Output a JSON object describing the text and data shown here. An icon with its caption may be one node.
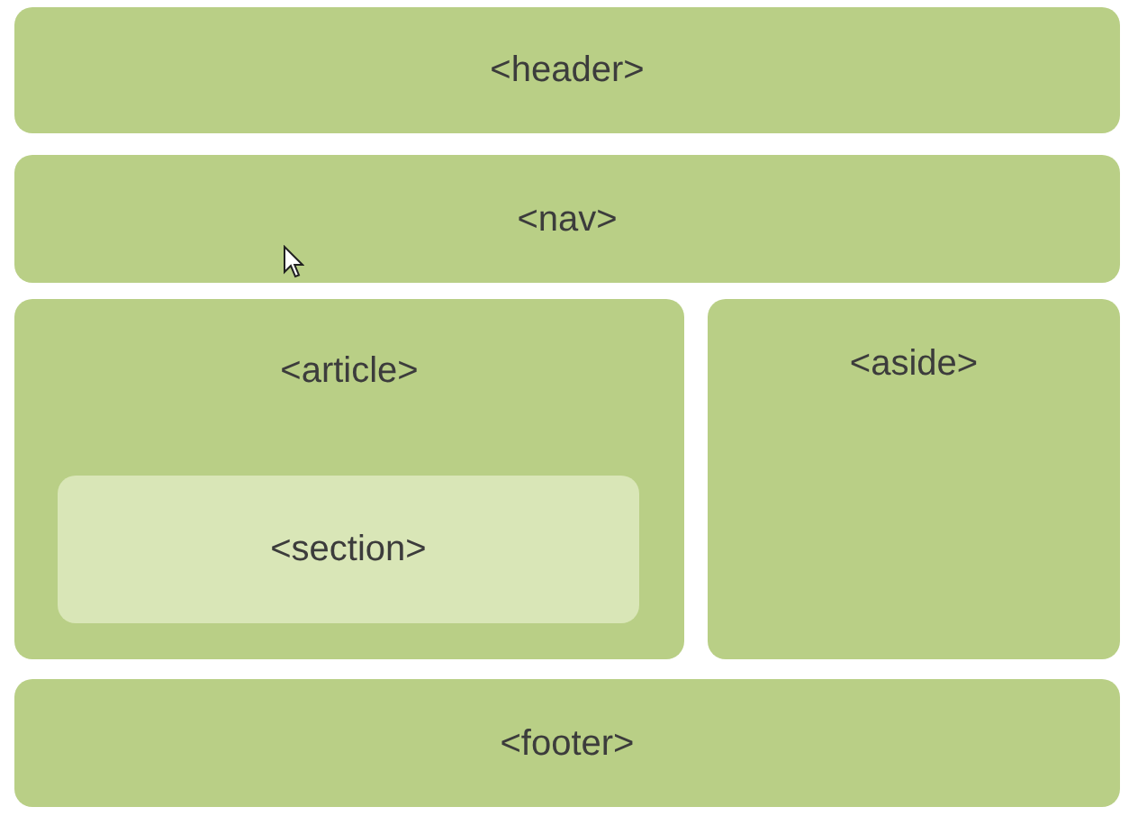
{
  "diagram": {
    "nodes": [
      {
        "text": [
          "<header>"
        ]
      },
      {
        "text": [
          "<nav>"
        ]
      },
      {
        "text": [
          "<article>"
        ]
      },
      {
        "text": [
          "<section>"
        ],
        "in": 2
      },
      {
        "text": [
          "<aside>"
        ]
      },
      {
        "text": [
          "<footer>"
        ]
      }
    ]
  }
}
